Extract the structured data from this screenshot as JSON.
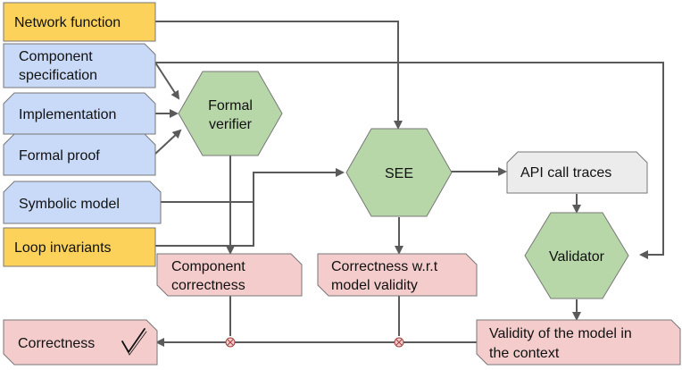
{
  "nodes": {
    "network_function": "Network function",
    "component_spec_1": "Component",
    "component_spec_2": "specification",
    "implementation": "Implementation",
    "formal_proof": "Formal proof",
    "symbolic_model": "Symbolic model",
    "loop_invariants": "Loop invariants",
    "formal_verifier_1": "Formal",
    "formal_verifier_2": "verifier",
    "see": "SEE",
    "api_call_traces": "API call traces",
    "validator": "Validator",
    "component_correctness_1": "Component",
    "component_correctness_2": "correctness",
    "correctness_wrt_1": "Correctness w.r.t",
    "correctness_wrt_2": "model validity",
    "validity_context_1": "Validity of the model in",
    "validity_context_2": "the context",
    "correctness": "Correctness"
  },
  "colors": {
    "input_yellow": "#fcd25a",
    "input_blue": "#c9daf8",
    "process_green": "#b7d7a8",
    "output_pink": "#f4cccc",
    "trace_gray": "#ececec",
    "edge": "#5a5a5a"
  },
  "icons": {
    "checkmark": "check-icon",
    "junction": "junction-x-icon"
  }
}
